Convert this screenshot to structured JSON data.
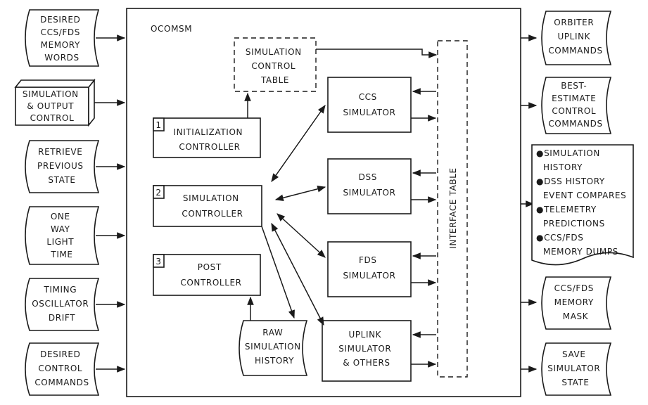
{
  "ocomsm": {
    "title": "OCOMSM"
  },
  "inputs": [
    {
      "id": "in1",
      "lines": [
        "DESIRED",
        "CCS/FDS",
        "MEMORY",
        "WORDS"
      ]
    },
    {
      "id": "in2",
      "lines": [
        "SIMULATION",
        "& OUTPUT",
        "CONTROL"
      ]
    },
    {
      "id": "in3",
      "lines": [
        "RETRIEVE",
        "PREVIOUS",
        "STATE"
      ]
    },
    {
      "id": "in4",
      "lines": [
        "ONE",
        "WAY",
        "LIGHT",
        "TIME"
      ]
    },
    {
      "id": "in5",
      "lines": [
        "TIMING",
        "OSCILLATOR",
        "DRIFT"
      ]
    },
    {
      "id": "in6",
      "lines": [
        "DESIRED",
        "CONTROL",
        "COMMANDS"
      ]
    }
  ],
  "controllers": [
    {
      "number": "1",
      "lines": [
        "INITIALIZATION",
        "CONTROLLER"
      ]
    },
    {
      "number": "2",
      "lines": [
        "SIMULATION",
        "CONTROLLER"
      ]
    },
    {
      "number": "3",
      "lines": [
        "POST",
        "CONTROLLER"
      ]
    }
  ],
  "sim_control_table": {
    "lines": [
      "SIMULATION",
      "CONTROL",
      "TABLE"
    ]
  },
  "raw_history": {
    "lines": [
      "RAW",
      "SIMULATION",
      "HISTORY"
    ]
  },
  "simulators": [
    {
      "id": "ccs",
      "lines": [
        "CCS",
        "SIMULATOR"
      ]
    },
    {
      "id": "dss",
      "lines": [
        "DSS",
        "SIMULATOR"
      ]
    },
    {
      "id": "fds",
      "lines": [
        "FDS",
        "SIMULATOR"
      ]
    },
    {
      "id": "uplink",
      "lines": [
        "UPLINK",
        "SIMULATOR",
        "& OTHERS"
      ]
    }
  ],
  "interface_table": {
    "label": "INTERFACE TABLE"
  },
  "outputs": [
    {
      "id": "out1",
      "lines": [
        "ORBITER",
        "UPLINK",
        "COMMANDS"
      ]
    },
    {
      "id": "out2",
      "lines": [
        "BEST-",
        "ESTIMATE",
        "CONTROL",
        "COMMANDS"
      ]
    },
    {
      "id": "out4",
      "lines": [
        "CCS/FDS",
        "MEMORY",
        "MASK"
      ]
    },
    {
      "id": "out5",
      "lines": [
        "SAVE",
        "SIMULATOR",
        "STATE"
      ]
    }
  ],
  "report": {
    "lines": [
      {
        "bullet": true,
        "text": "SIMULATION"
      },
      {
        "bullet": false,
        "text": "HISTORY"
      },
      {
        "bullet": true,
        "text": "DSS HISTORY"
      },
      {
        "bullet": false,
        "text": "EVENT COMPARES"
      },
      {
        "bullet": true,
        "text": "TELEMETRY"
      },
      {
        "bullet": false,
        "text": "PREDICTIONS"
      },
      {
        "bullet": true,
        "text": "CCS/FDS"
      },
      {
        "bullet": false,
        "text": "MEMORY DUMPS"
      }
    ]
  }
}
